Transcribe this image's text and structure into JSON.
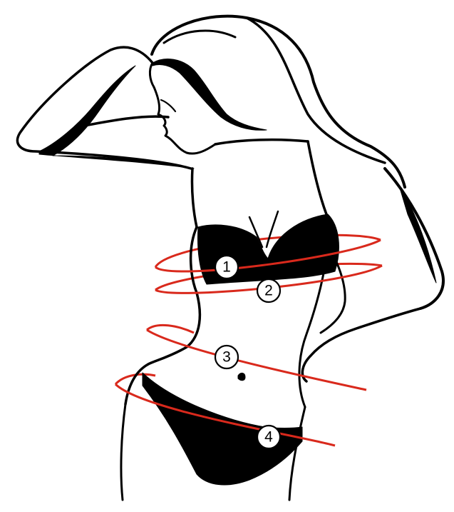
{
  "figure": {
    "line_color": "#000000",
    "ring_color": "#d9291c",
    "markers": [
      {
        "label": "1",
        "area": "bust"
      },
      {
        "label": "2",
        "area": "under-bust"
      },
      {
        "label": "3",
        "area": "waist"
      },
      {
        "label": "4",
        "area": "hips"
      }
    ]
  }
}
